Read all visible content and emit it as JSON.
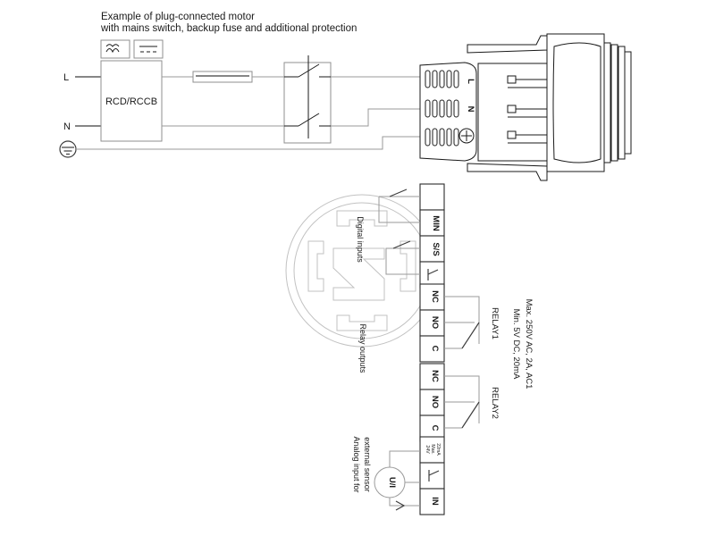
{
  "diagram": {
    "title_line1": "Example of plug-connected motor",
    "title_line2": "with mains switch, backup fuse and additional protection",
    "icons": {
      "ac_symbol": "ac-waveform-icon",
      "dc_symbol": "dc-dashed-icon"
    },
    "mains": {
      "line_label": "L",
      "neutral_label": "N",
      "protection_device": "RCD/RCCB",
      "earth_symbol": "earth-ground-icon",
      "fuse_symbol": "fuse-icon",
      "switch_symbol": "two-pole-switch-icon"
    },
    "plug": {
      "line_label": "L",
      "neutral_label": "N",
      "earth_symbol": "earth-ground-icon"
    },
    "digital_inputs": {
      "group_label": "Digital inputs",
      "terminals": [
        "MIN",
        "S/S"
      ]
    },
    "relay_outputs": {
      "group_label": "Relay outputs",
      "relays": [
        {
          "name": "RELAY1",
          "terminals": [
            "NC",
            "NO",
            "C"
          ]
        },
        {
          "name": "RELAY2",
          "terminals": [
            "NC",
            "NO",
            "C"
          ]
        }
      ],
      "spec_line1": "Max. 250V AC, 2A, AC1",
      "spec_line2": "Min. 5V DC, 20mA"
    },
    "analog_input": {
      "label_line1": "Analog input for",
      "label_line2": "external sensor",
      "sensor_symbol": "U/I",
      "supply_line1": "24V",
      "supply_line2": "Max.",
      "supply_line3": "22mA",
      "ground_terminal": "ground-terminal-icon",
      "input_terminal": "IN"
    },
    "colors": {
      "line": "#9a9a9a",
      "line_dark": "#3d3d3d",
      "text": "#1a1a1a",
      "background": "#ffffff"
    }
  }
}
